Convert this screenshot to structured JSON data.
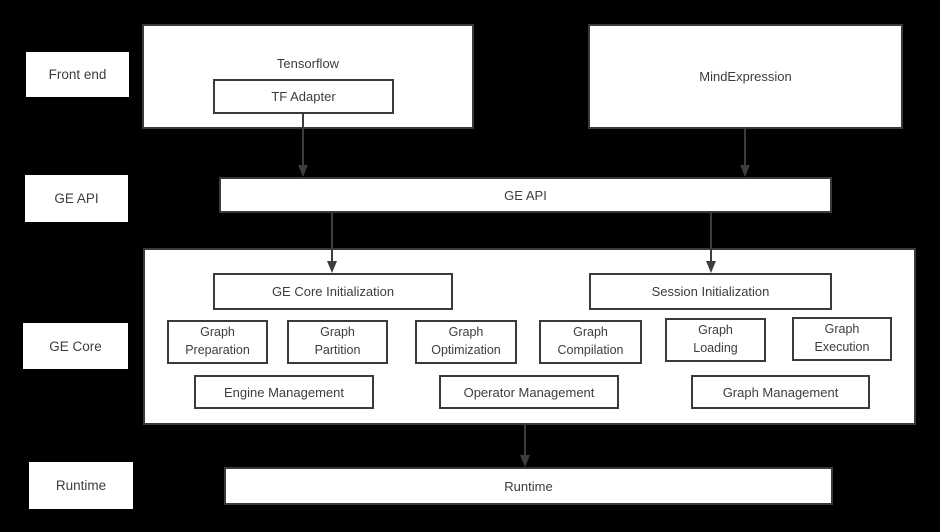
{
  "colors": {
    "background": "#000000",
    "box_fill": "#ffffff",
    "box_border": "#3a3a3a",
    "text": "#3d3d3d",
    "arrow": "#3d3d3d"
  },
  "layers": [
    {
      "label": "Front end"
    },
    {
      "label": "GE API"
    },
    {
      "label": "GE Core"
    },
    {
      "label": "Runtime"
    }
  ],
  "front_end": {
    "tensorflow": {
      "title": "Tensorflow",
      "adapter": "TF Adapter"
    },
    "mindexpression": {
      "title": "MindExpression"
    }
  },
  "ge_api_bar": {
    "label": "GE API"
  },
  "ge_core": {
    "init_boxes": [
      {
        "label": "GE Core Initialization"
      },
      {
        "label": "Session Initialization"
      }
    ],
    "modules": [
      {
        "label": "Graph\nPreparation"
      },
      {
        "label": "Graph\nPartition"
      },
      {
        "label": "Graph\nOptimization"
      },
      {
        "label": "Graph\nCompilation"
      },
      {
        "label": "Graph\nLoading"
      },
      {
        "label": "Graph\nExecution"
      }
    ],
    "managers": [
      {
        "label": "Engine Management"
      },
      {
        "label": "Operator Management"
      },
      {
        "label": "Graph Management"
      }
    ]
  },
  "runtime_bar": {
    "label": "Runtime"
  }
}
